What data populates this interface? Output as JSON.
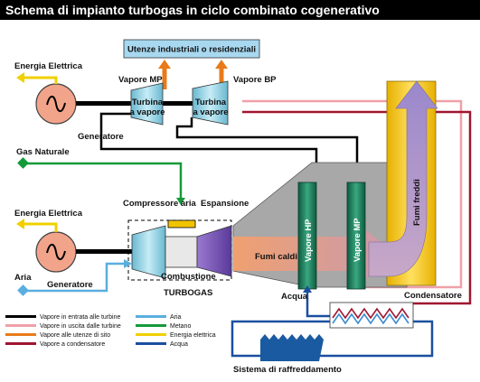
{
  "title": "Schema di impianto turbogas in ciclo combinato cogenerativo",
  "labels": {
    "utenze": "Utenze industriali o residenziali",
    "vapore_mp": "Vapore MP",
    "vapore_bp": "Vapore BP",
    "turbina_vapore": "Turbina a vapore",
    "energia_elettrica": "Energia Elettrica",
    "generatore": "Generatore",
    "gas_naturale": "Gas Naturale",
    "compressore_aria": "Compressore aria",
    "espansione": "Espansione",
    "combustione": "Combustione",
    "turbogas": "TURBOGAS",
    "aria": "Aria",
    "fumi_caldi": "Fumi caldi",
    "fumi_freddi": "Fumi freddi",
    "vapore_hp_tube": "Vapore HP",
    "vapore_mp_tube": "Vapore MP",
    "acqua": "Acqua",
    "condensatore": "Condensatore",
    "sistema_raffreddamento": "Sistema di raffreddamento"
  },
  "legend": [
    {
      "label": "Vapore in entrata alle turbine",
      "color": "#000000"
    },
    {
      "label": "Vapore in uscita dalle turbine",
      "color": "#f0a0a8"
    },
    {
      "label": "Vapore alle utenze di sito",
      "color": "#e87a1a"
    },
    {
      "label": "Vapore a condensatore",
      "color": "#a01530"
    },
    {
      "label": "Aria",
      "color": "#5aaee0"
    },
    {
      "label": "Metano",
      "color": "#159a3a"
    },
    {
      "label": "Energia elettrica",
      "color": "#f0d000"
    },
    {
      "label": "Acqua",
      "color": "#1a4fa0"
    }
  ],
  "colors": {
    "title_bg": "#000000",
    "utenze_box": "#a8d8f0",
    "turbine": "#9fd4e6",
    "generator": "#f2a48a",
    "hrsg": "#a8a8a8",
    "fumi_caldi": "#e88a70",
    "fumi_freddi": "#b8a8d8",
    "chimney": "#f2c400",
    "tubes": "#1e7a5a"
  },
  "icons": {
    "generator_symbol": "sine-wave-icon"
  }
}
